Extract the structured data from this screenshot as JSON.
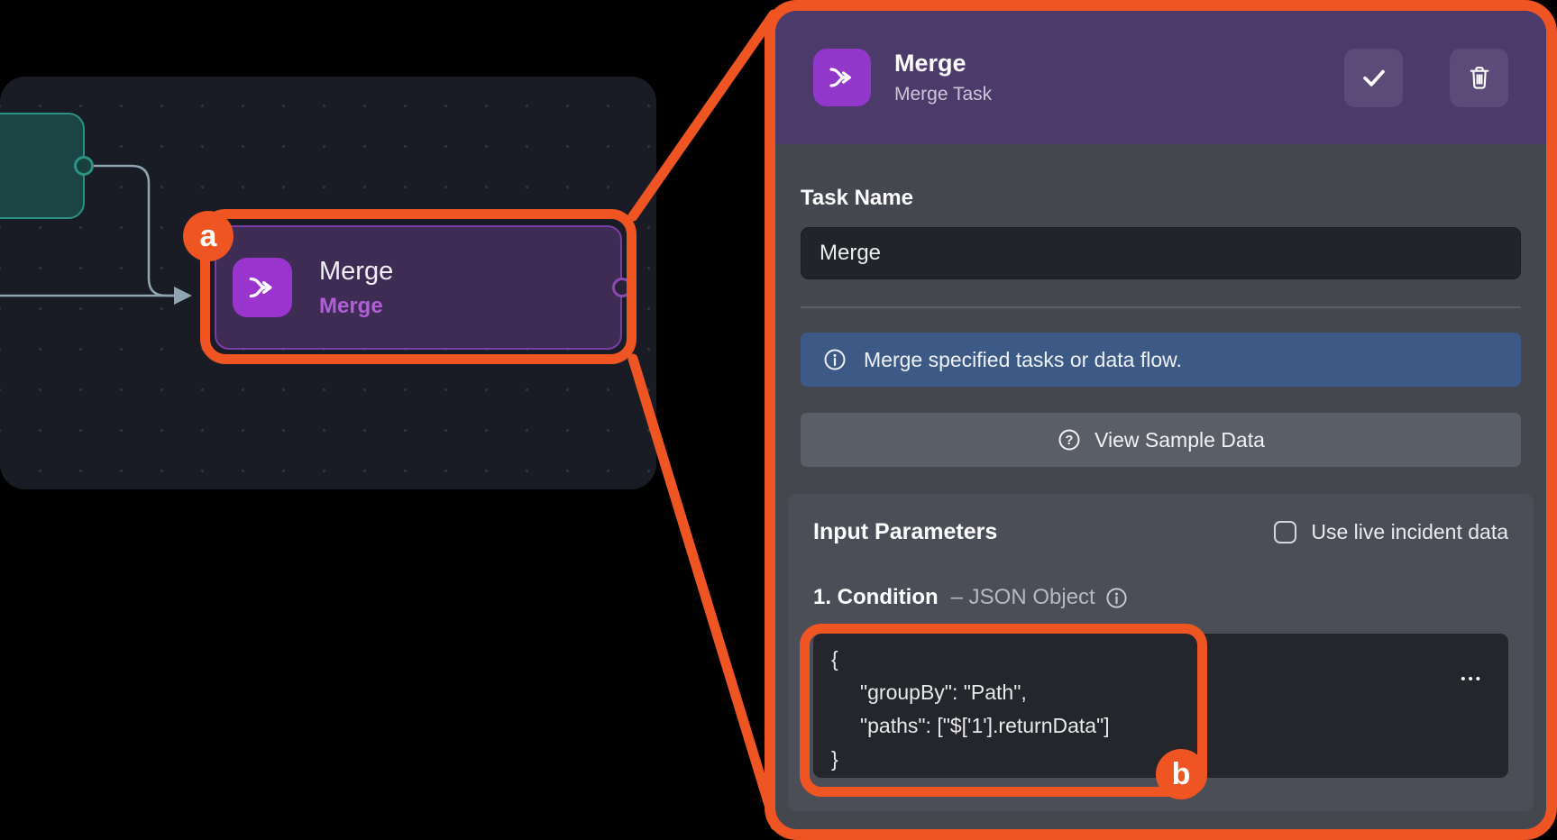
{
  "canvas": {
    "node": {
      "title": "Merge",
      "subtitle": "Merge"
    }
  },
  "callouts": {
    "a": "a",
    "b": "b"
  },
  "panel": {
    "header": {
      "title": "Merge",
      "subtitle": "Merge Task"
    },
    "task_name_label": "Task Name",
    "task_name_value": "Merge",
    "info_banner": "Merge specified tasks or data flow.",
    "sample_button": "View Sample Data",
    "params": {
      "heading": "Input Parameters",
      "live_label": "Use live incident data",
      "label_bold": "1. Condition",
      "label_type": "– JSON Object",
      "code": "{\n     \"groupBy\": \"Path\",\n     \"paths\": [\"$['1'].returnData\"]\n}",
      "more": "•••"
    }
  },
  "colors": {
    "accent_orange": "#ef5423",
    "header_purple": "#4c3a6b",
    "icon_purple": "#9137c9",
    "banner_blue": "#3c5a85",
    "canvas_bg": "#191c25",
    "panel_bg": "#45474f",
    "node_teal_border": "#2a9185"
  }
}
